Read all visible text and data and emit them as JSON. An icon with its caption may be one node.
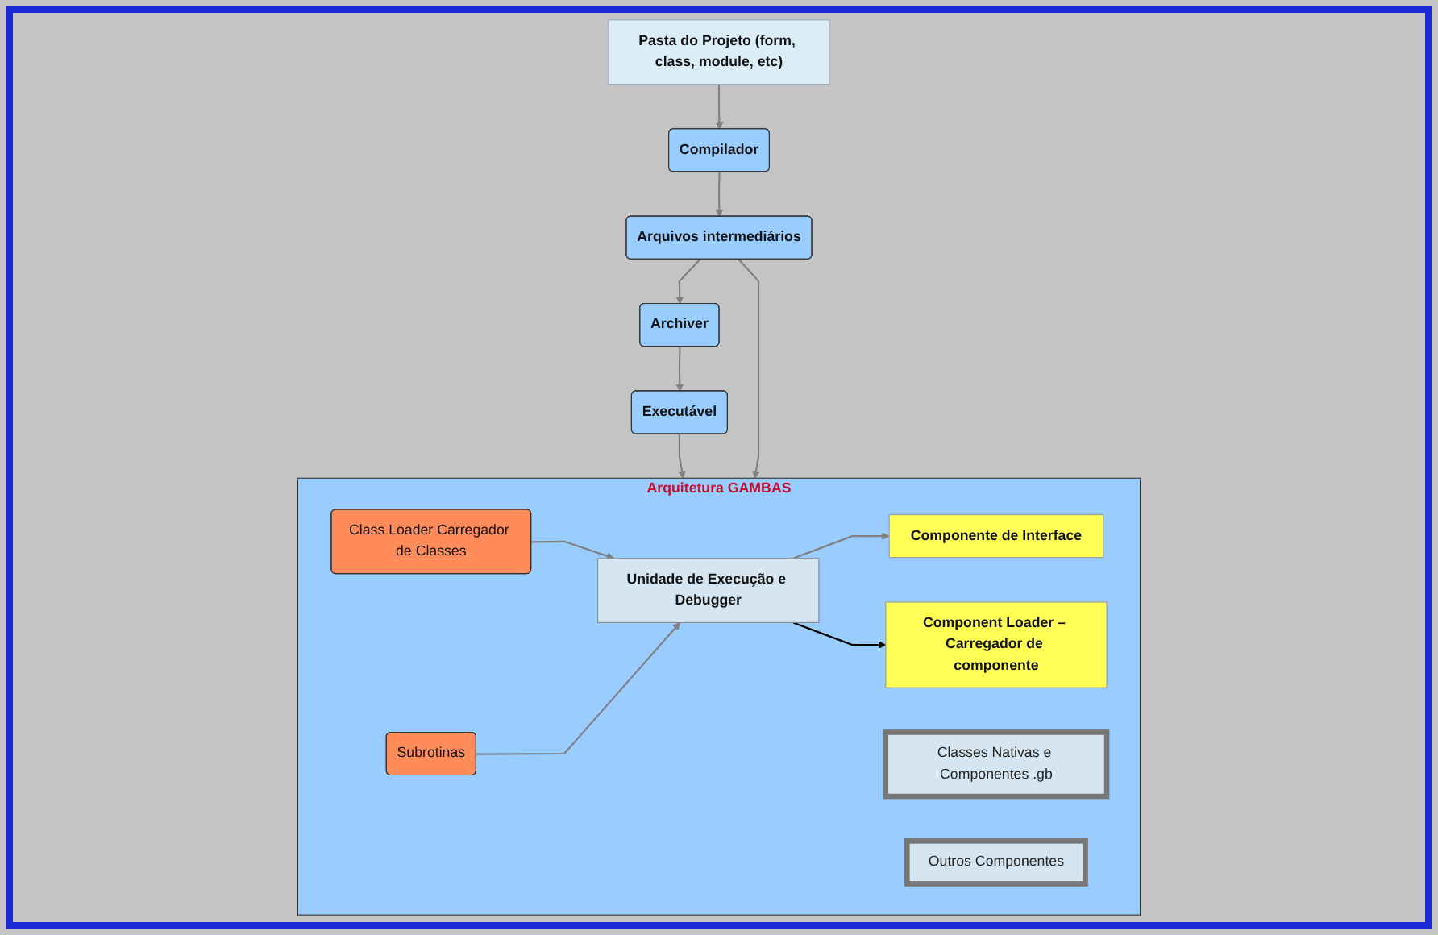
{
  "diagram": {
    "nodes": [
      {
        "text": [
          "Pasta do Projeto (form, class, module, etc)"
        ]
      },
      {
        "text": [
          "Archiver"
        ]
      },
      {
        "text": [
          "Compilador"
        ]
      },
      {
        "text": [
          "Executável"
        ]
      },
      {
        "text": [
          "Arquivos intermediários"
        ]
      },
      {
        "text": [
          "Arquitetura GAMBAS"
        ]
      },
      {
        "text": [
          "Class Loader Carregador de Classes"
        ],
        "in": 5
      },
      {
        "text": [
          "Unidade de Execução e Debugger"
        ],
        "in": 5
      },
      {
        "text": [
          "Classes Nativas e Componentes .gb"
        ],
        "in": 5
      },
      {
        "text": [
          "Subrotinas"
        ],
        "in": 5
      },
      {
        "text": [
          "Componente de Interface"
        ],
        "in": 5
      },
      {
        "text": [
          "Outros Componentes"
        ],
        "in": 5
      },
      {
        "text": [
          "Component Loader – Carregador de componente"
        ],
        "in": 5
      }
    ],
    "edges": [
      {
        "from": 0,
        "to": 2,
        "arrow": "to"
      },
      {
        "from": 2,
        "to": 4,
        "arrow": "to"
      },
      {
        "from": 4,
        "to": 1,
        "arrow": "to"
      },
      {
        "from": 1,
        "to": 3,
        "arrow": "to"
      },
      {
        "from": 3,
        "to": 5,
        "arrow": "to"
      },
      {
        "from": 4,
        "to": 5,
        "arrow": "to"
      },
      {
        "from": 6,
        "to": 7,
        "arrow": "to"
      },
      {
        "from": 9,
        "to": 7,
        "arrow": "to"
      },
      {
        "from": 7,
        "to": 10,
        "arrow": "to"
      },
      {
        "from": 7,
        "to": 12,
        "arrow": "to",
        "color": "#000000"
      }
    ]
  }
}
